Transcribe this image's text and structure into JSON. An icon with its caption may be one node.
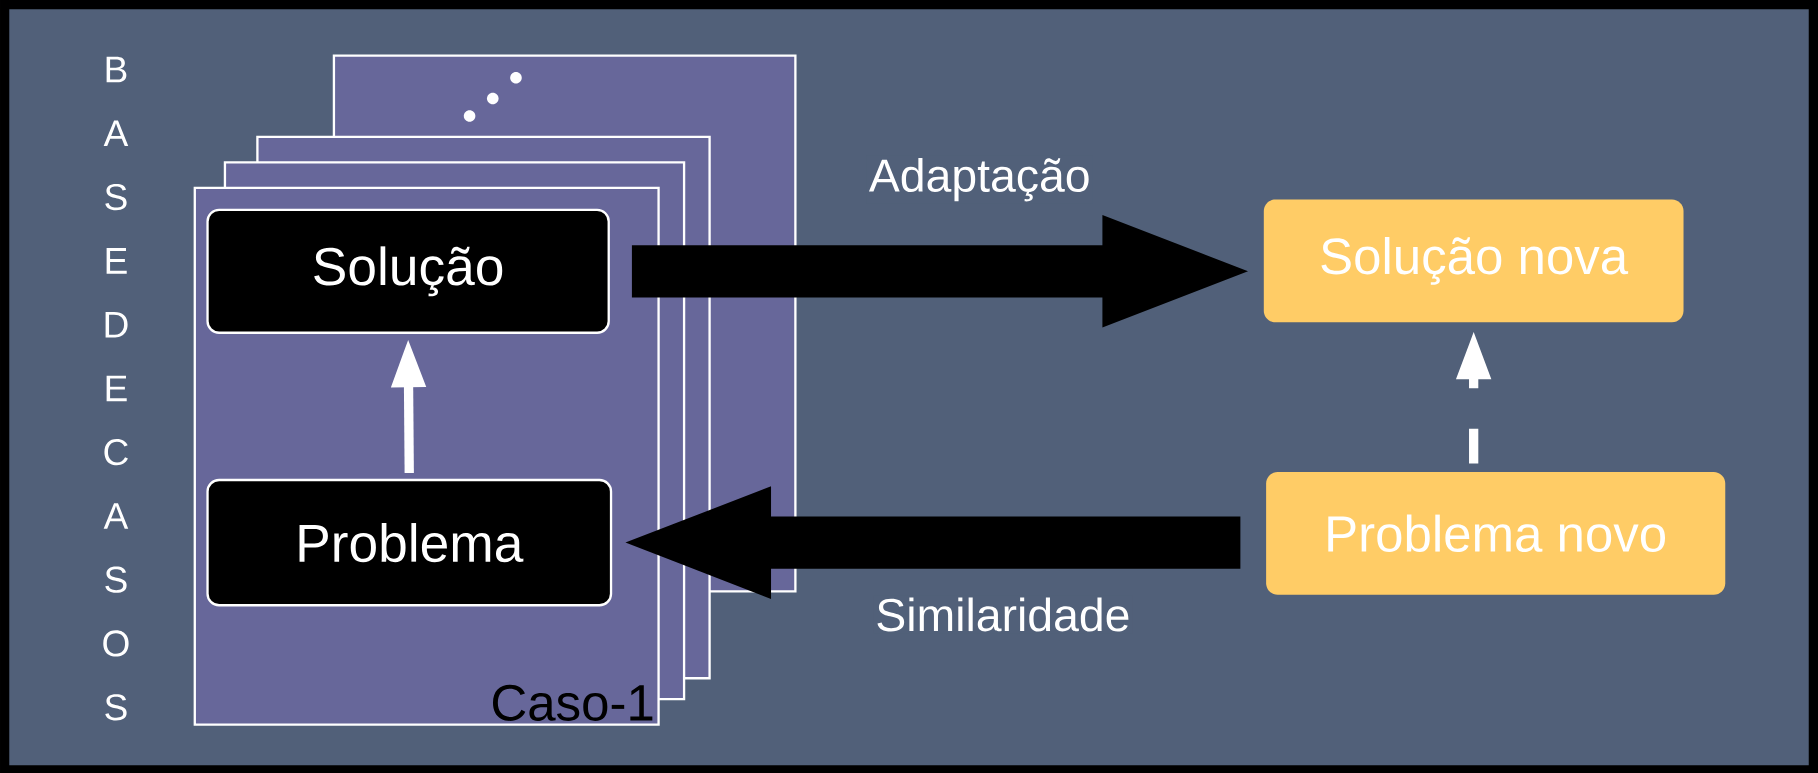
{
  "diagram": {
    "nodes": [
      {
        "text": [
          "Caso-1"
        ]
      },
      {
        "text": [
          "Solução"
        ],
        "in": 0
      },
      {
        "text": [
          "Problema"
        ],
        "in": 0
      },
      {
        "text": [
          "Solução nova"
        ]
      },
      {
        "text": [
          "Problema novo"
        ]
      }
    ],
    "edges": [
      {
        "from": 2,
        "to": 1,
        "arrow": "to",
        "color": "#ffffff"
      },
      {
        "from": 1,
        "to": 3,
        "arrow": "to",
        "label": "Adaptação",
        "style": "thick",
        "color": "#000000"
      },
      {
        "from": 4,
        "to": 2,
        "arrow": "to",
        "label": "Similaridade",
        "style": "thick",
        "color": "#000000"
      },
      {
        "from": 4,
        "to": 3,
        "arrow": "to",
        "style": "dashed",
        "color": "#ffffff"
      }
    ],
    "labels": [
      "B",
      "A",
      "S",
      "E",
      "D",
      "E",
      "C",
      "A",
      "S",
      "O",
      "S"
    ]
  }
}
